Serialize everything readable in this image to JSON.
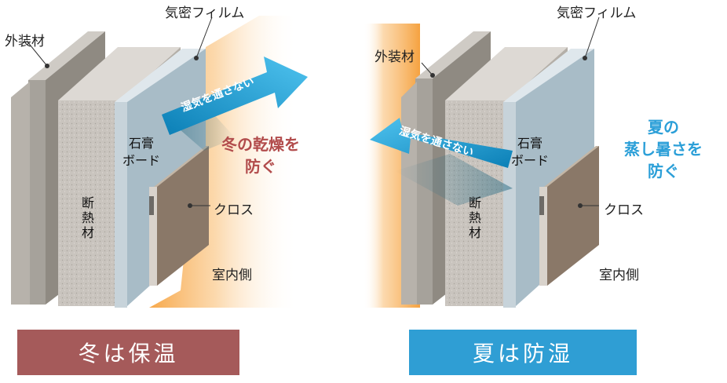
{
  "winter": {
    "labels": {
      "exterior": "外装材",
      "airtight_film": "気密フィルム",
      "insulation": "断熱材",
      "gypsum_board": "石膏\nボード",
      "cloth": "クロス",
      "indoor": "室内側"
    },
    "arrow_text": "湿気を通さない",
    "message": "冬の乾燥を\n防ぐ",
    "caption": "冬は保温"
  },
  "summer": {
    "labels": {
      "exterior": "外装材",
      "airtight_film": "気密フィルム",
      "insulation": "断熱材",
      "gypsum_board": "石膏\nボード",
      "cloth": "クロス",
      "indoor": "室内側"
    },
    "arrow_text": "湿気を通さない",
    "message": "夏の\n蒸し暑さを\n防ぐ",
    "caption": "夏は防湿"
  },
  "colors": {
    "winter_message": "#b24c4c",
    "summer_message": "#2b9fd8",
    "winter_caption_bg": "#a55a5a",
    "summer_caption_bg": "#2f9ed4",
    "warm_gradient": "#f7a84a",
    "arrow": "#1f9ed6"
  }
}
